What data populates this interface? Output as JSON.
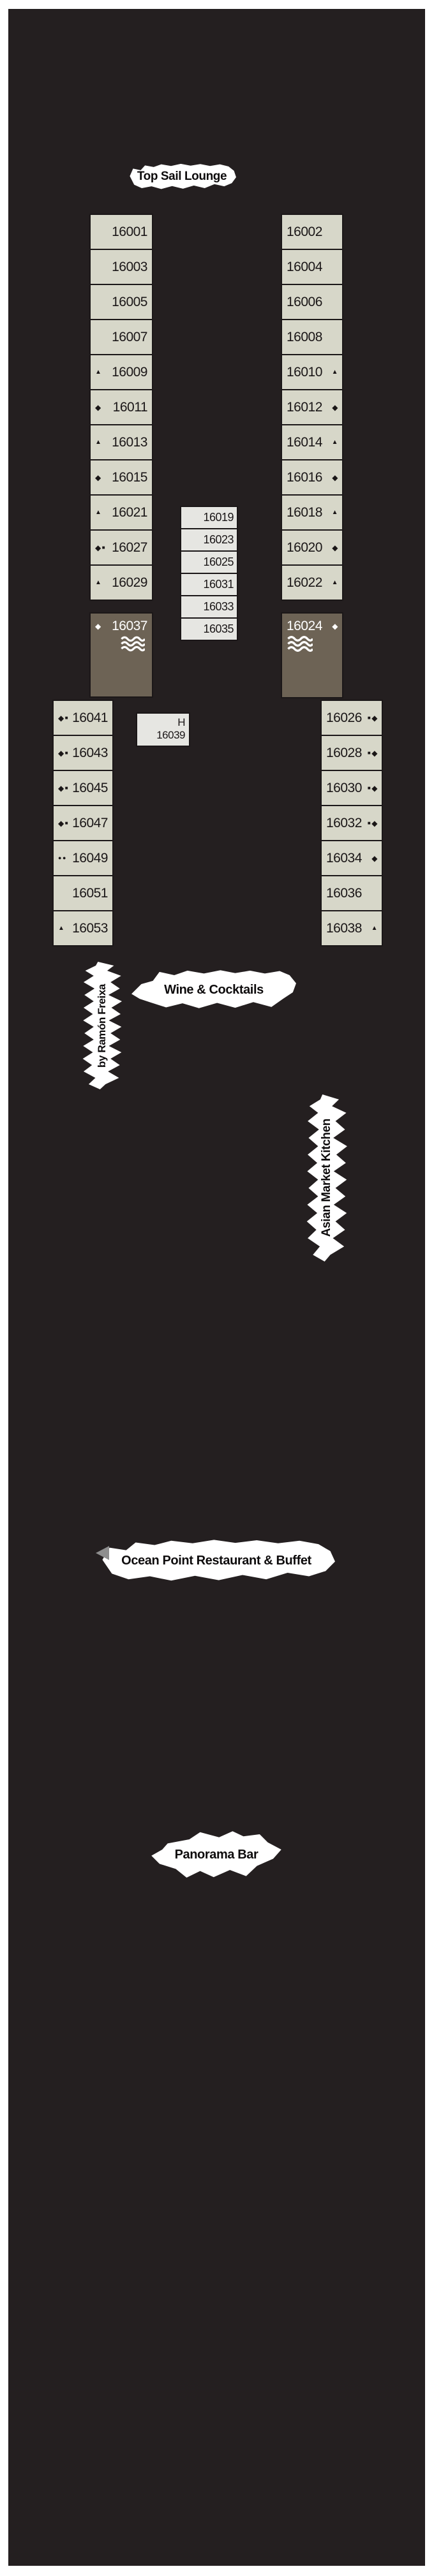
{
  "venues": {
    "top_sail_lounge": "Top Sail Lounge",
    "wine_cocktails": "Wine & Cocktails",
    "ramon_freixa": "by Ramón Freixa",
    "asian_market_kitchen": "Asian Market Kitchen",
    "ocean_point": "Ocean Point Restaurant & Buffet",
    "panorama_bar": "Panorama Bar"
  },
  "icons": {
    "triangle": "▲",
    "diamond": "◆",
    "square": "■",
    "dot": "●"
  },
  "cabins": {
    "upper_left": [
      {
        "number": "16001",
        "icons": []
      },
      {
        "number": "16003",
        "icons": []
      },
      {
        "number": "16005",
        "icons": []
      },
      {
        "number": "16007",
        "icons": []
      },
      {
        "number": "16009",
        "icons": [
          "triangle"
        ]
      },
      {
        "number": "16011",
        "icons": [
          "diamond"
        ]
      },
      {
        "number": "16013",
        "icons": [
          "triangle"
        ]
      },
      {
        "number": "16015",
        "icons": [
          "diamond"
        ]
      },
      {
        "number": "16021",
        "icons": [
          "triangle"
        ]
      },
      {
        "number": "16027",
        "icons": [
          "diamond",
          "square"
        ]
      },
      {
        "number": "16029",
        "icons": [
          "triangle"
        ]
      }
    ],
    "upper_right": [
      {
        "number": "16002",
        "icons": []
      },
      {
        "number": "16004",
        "icons": []
      },
      {
        "number": "16006",
        "icons": []
      },
      {
        "number": "16008",
        "icons": []
      },
      {
        "number": "16010",
        "icons": [
          "triangle"
        ]
      },
      {
        "number": "16012",
        "icons": [
          "diamond"
        ]
      },
      {
        "number": "16014",
        "icons": [
          "triangle"
        ]
      },
      {
        "number": "16016",
        "icons": [
          "diamond"
        ]
      },
      {
        "number": "16018",
        "icons": [
          "triangle"
        ]
      },
      {
        "number": "16020",
        "icons": [
          "diamond"
        ]
      },
      {
        "number": "16022",
        "icons": [
          "triangle"
        ]
      }
    ],
    "middle": [
      {
        "number": "16019",
        "icons": []
      },
      {
        "number": "16023",
        "icons": []
      },
      {
        "number": "16025",
        "icons": []
      },
      {
        "number": "16031",
        "icons": []
      },
      {
        "number": "16033",
        "icons": []
      },
      {
        "number": "16035",
        "icons": []
      }
    ],
    "lower_left": [
      {
        "number": "16041",
        "icons": [
          "diamond",
          "square"
        ]
      },
      {
        "number": "16043",
        "icons": [
          "diamond",
          "square"
        ]
      },
      {
        "number": "16045",
        "icons": [
          "diamond",
          "square"
        ]
      },
      {
        "number": "16047",
        "icons": [
          "diamond",
          "square"
        ]
      },
      {
        "number": "16049",
        "icons": [
          "dot",
          "dot"
        ]
      },
      {
        "number": "16051",
        "icons": []
      },
      {
        "number": "16053",
        "icons": [
          "triangle"
        ]
      }
    ],
    "lower_right": [
      {
        "number": "16026",
        "icons": [
          "square",
          "diamond"
        ]
      },
      {
        "number": "16028",
        "icons": [
          "square",
          "diamond"
        ]
      },
      {
        "number": "16030",
        "icons": [
          "square",
          "diamond"
        ]
      },
      {
        "number": "16032",
        "icons": [
          "square",
          "diamond"
        ]
      },
      {
        "number": "16034",
        "icons": [
          "diamond"
        ]
      },
      {
        "number": "16036",
        "icons": []
      },
      {
        "number": "16038",
        "icons": [
          "triangle"
        ]
      }
    ],
    "suite_port": {
      "number": "16037",
      "icon": "diamond"
    },
    "suite_starboard": {
      "number": "16024",
      "icon": "diamond"
    },
    "accessible": {
      "label": "H",
      "number": "16039"
    }
  },
  "colors": {
    "hull": "#241f20",
    "cabin": "#d7d7c9",
    "cabin_light": "#e6e6e2",
    "suite": "#6d6355",
    "label_bg": "#ffffff"
  }
}
